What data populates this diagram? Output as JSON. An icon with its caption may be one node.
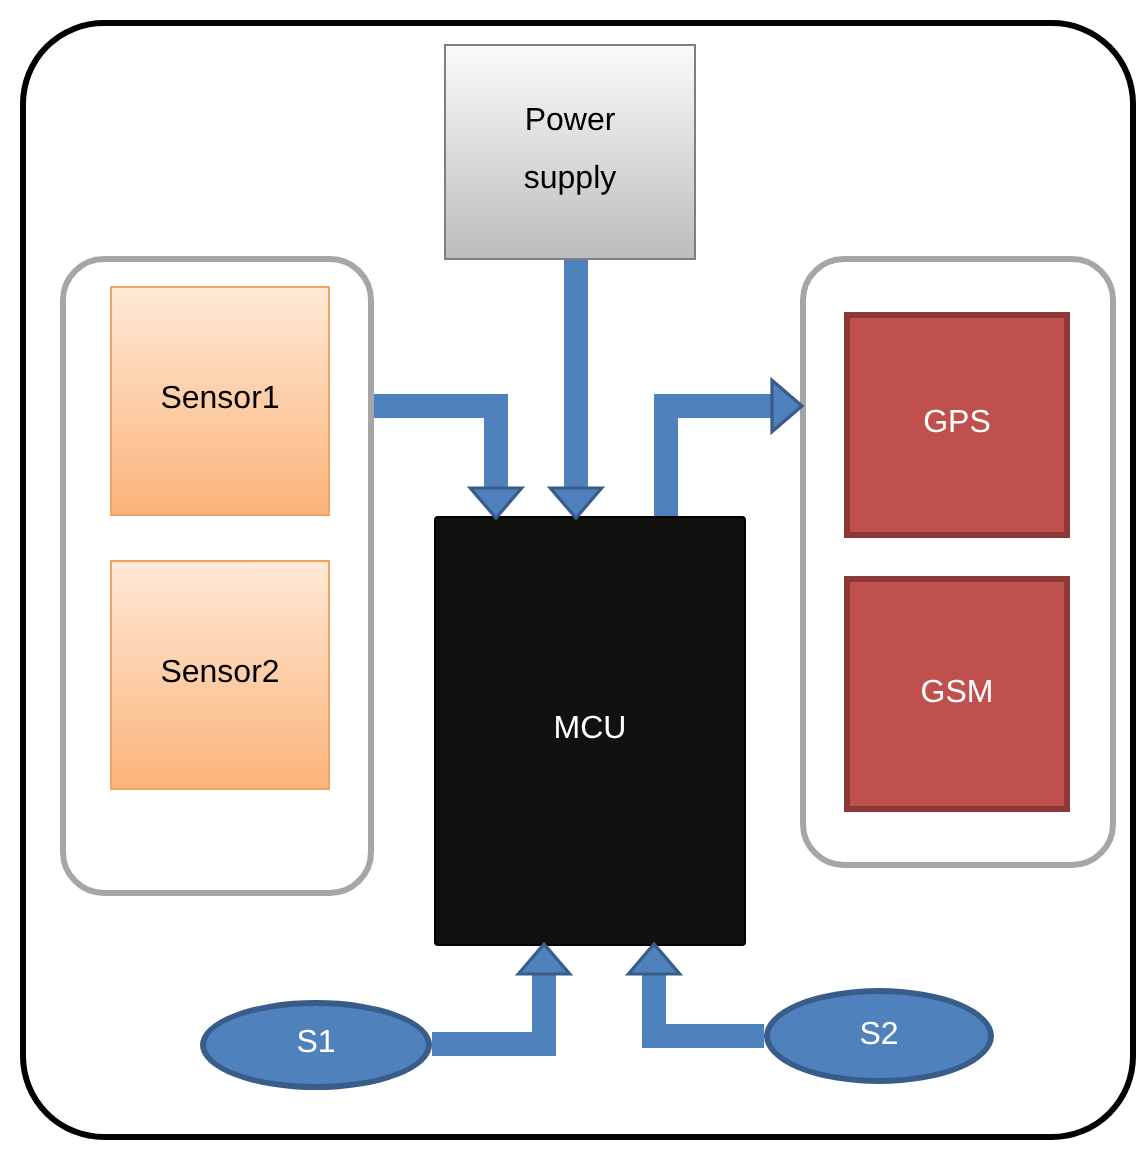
{
  "diagram": {
    "nodes": [
      {
        "text": [],
        "shape": "box"
      },
      {
        "text": [
          "Power supply"
        ],
        "in": 0
      },
      {
        "text": [],
        "shape": "box",
        "in": 0
      },
      {
        "text": [
          "Sensor1"
        ],
        "in": 2
      },
      {
        "text": [
          "Sensor2"
        ],
        "in": 2
      },
      {
        "text": [
          "MCU"
        ],
        "in": 0
      },
      {
        "text": [],
        "shape": "box",
        "in": 0
      },
      {
        "text": [
          "GPS"
        ],
        "in": 6
      },
      {
        "text": [
          "GSM"
        ],
        "in": 6
      },
      {
        "text": [
          "S1"
        ],
        "in": 0
      },
      {
        "text": [
          "S2"
        ],
        "in": 0
      }
    ],
    "edges": [
      {
        "from": 2,
        "to": 5,
        "arrow": "to"
      },
      {
        "from": 1,
        "to": 5,
        "arrow": "to"
      },
      {
        "from": 5,
        "to": 6,
        "arrow": "to"
      },
      {
        "from": 9,
        "to": 5,
        "arrow": "to"
      },
      {
        "from": 10,
        "to": 5,
        "arrow": "to"
      }
    ]
  }
}
